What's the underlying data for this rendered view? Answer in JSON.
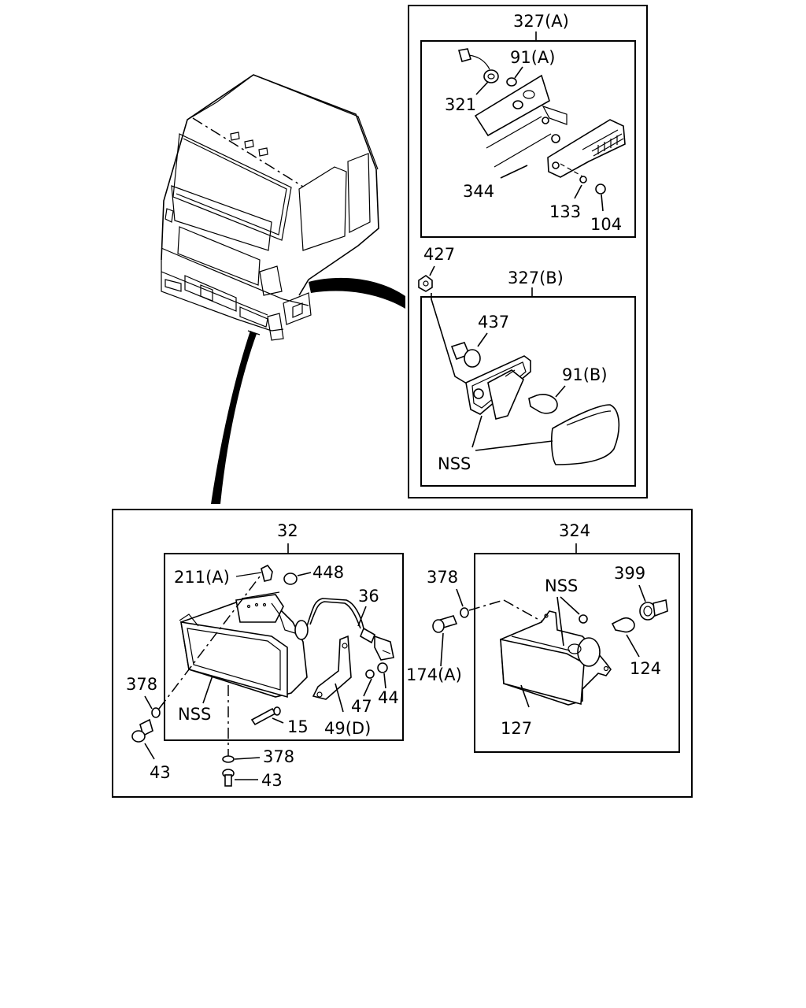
{
  "labels": {
    "top_group": "327(A)",
    "bulb_a": "91(A)",
    "socket_321": "321",
    "gasket_344": "344",
    "washer_133": "133",
    "screw_104": "104",
    "nut_427": "427",
    "mid_group": "327(B)",
    "socket_437": "437",
    "bulb_b": "91(B)",
    "nss_side": "NSS",
    "left_group": "32",
    "bolt_211a": "211(A)",
    "grommet_448": "448",
    "harness_36": "36",
    "washer_378_left": "378",
    "nss_left": "NSS",
    "bulb_15": "15",
    "washer_47": "47",
    "nut_44": "44",
    "bracket_49d": "49(D)",
    "bolt_43_left": "43",
    "washer_378_bottom": "378",
    "bolt_43_bottom": "43",
    "right_group": "324",
    "washer_378_right": "378",
    "nss_right": "NSS",
    "socket_399": "399",
    "bolt_174a": "174(A)",
    "bulb_124": "124",
    "lamp_127": "127"
  }
}
